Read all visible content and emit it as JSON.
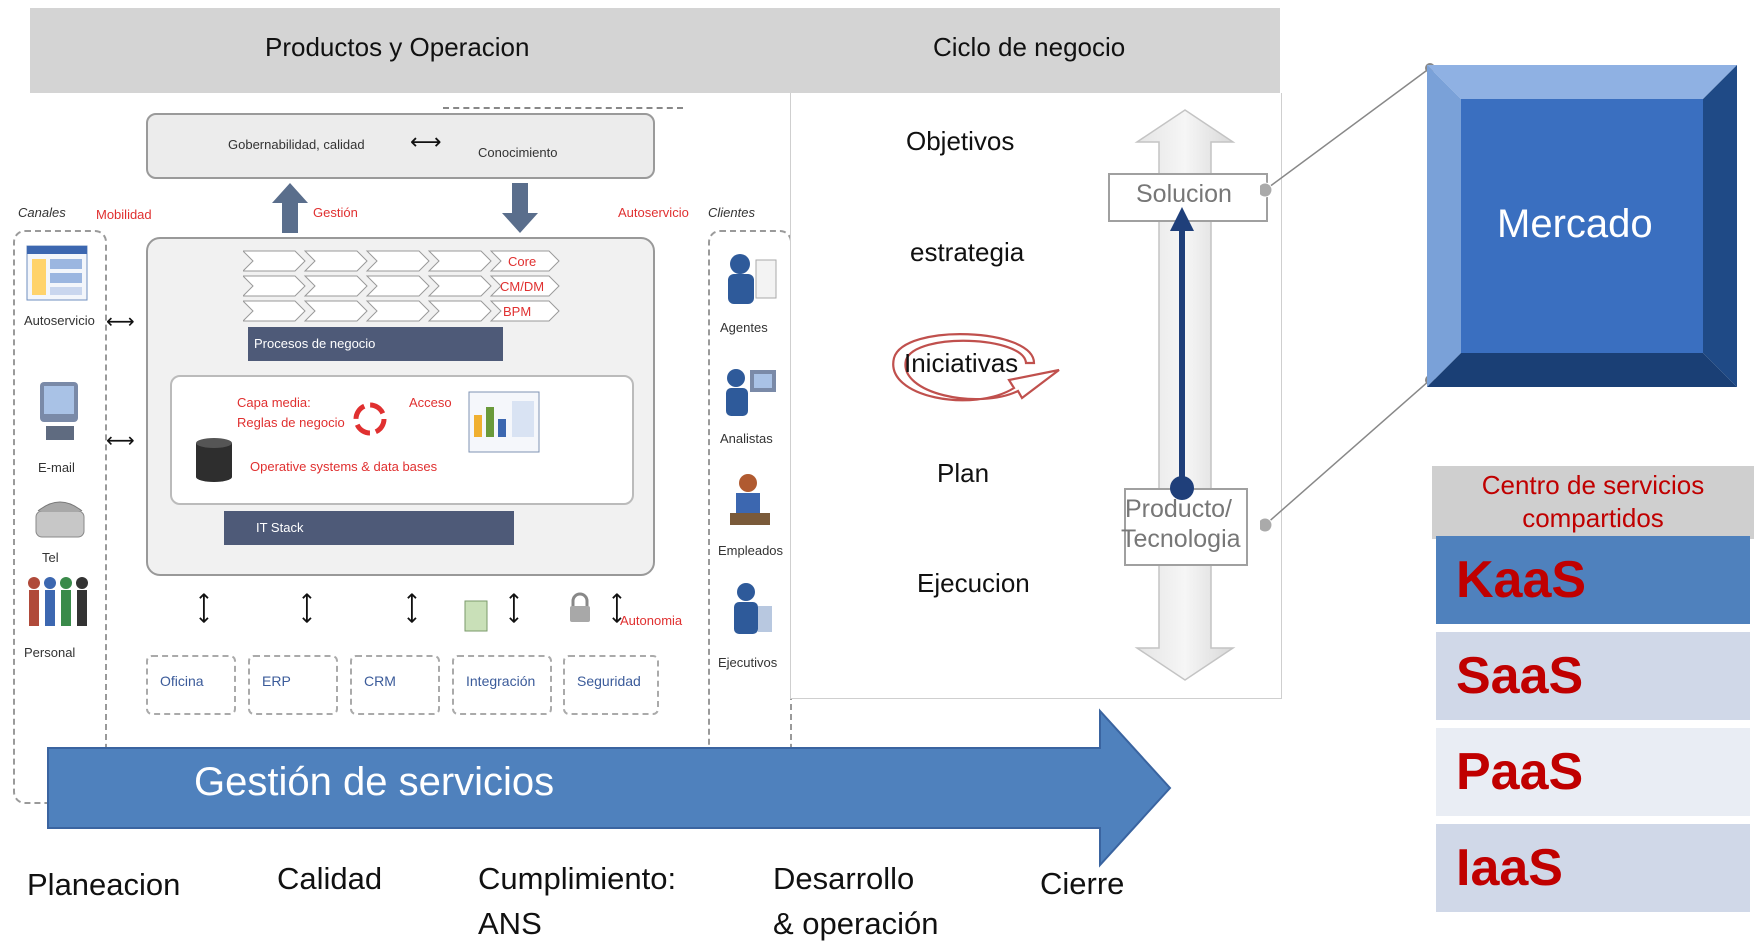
{
  "header": {
    "left_title": "Productos y Operacion",
    "right_title": "Ciclo de negocio"
  },
  "architecture": {
    "top_box": {
      "left": "Gobernabilidad, calidad",
      "arrow": "⟷",
      "right": "Conocimiento"
    },
    "labels": {
      "canales": "Canales",
      "movilidad": "Mobilidad",
      "gestion": "Gestión",
      "autoservicio_top": "Autoservicio",
      "clientes": "Clientes",
      "core": "Core",
      "cmdm": "CM/DM",
      "bpm": "BPM",
      "procesos": "Procesos de negocio",
      "capa_media_1": "Capa media:",
      "capa_media_2": "Reglas de negocio",
      "acceso": "Acceso",
      "operative": "Operative systems & data bases",
      "it_stack": "IT Stack",
      "autonomia": "Autonomia"
    },
    "channels": [
      "Autoservicio",
      "E-mail",
      "Tel",
      "Personal"
    ],
    "clients": [
      "Agentes",
      "Analistas",
      "Empleados",
      "Ejecutivos"
    ],
    "bottom_boxes": [
      "Oficina",
      "ERP",
      "CRM",
      "Integración",
      "Seguridad"
    ]
  },
  "cycle": {
    "steps": [
      "Objetivos",
      "estrategia",
      "Iniciativas",
      "Plan",
      "Ejecucion"
    ],
    "solucion": "Solucion",
    "producto_1": "Producto/",
    "producto_2": "Tecnologia"
  },
  "mercado": "Mercado",
  "services": {
    "title_1": "Centro de servicios",
    "title_2": "compartidos",
    "items": [
      {
        "label": "KaaS",
        "color": "#4f81bd"
      },
      {
        "label": "SaaS",
        "color": "#d0d8e8"
      },
      {
        "label": "PaaS",
        "color": "#e9edf4"
      },
      {
        "label": "IaaS",
        "color": "#d0d8e8"
      }
    ]
  },
  "gestion_arrow": "Gestión de servicios",
  "phases": {
    "p1": "Planeacion",
    "p2": "Calidad",
    "p3_1": "Cumplimiento:",
    "p3_2": "ANS",
    "p4_1": "Desarrollo",
    "p4_2": "& operación",
    "p5": "Cierre"
  },
  "colors": {
    "arrow_blue": "#4f81bd",
    "mercado_blue": "#3a6fc0",
    "red": "#c00000",
    "header_gray": "#d4d4d4"
  }
}
